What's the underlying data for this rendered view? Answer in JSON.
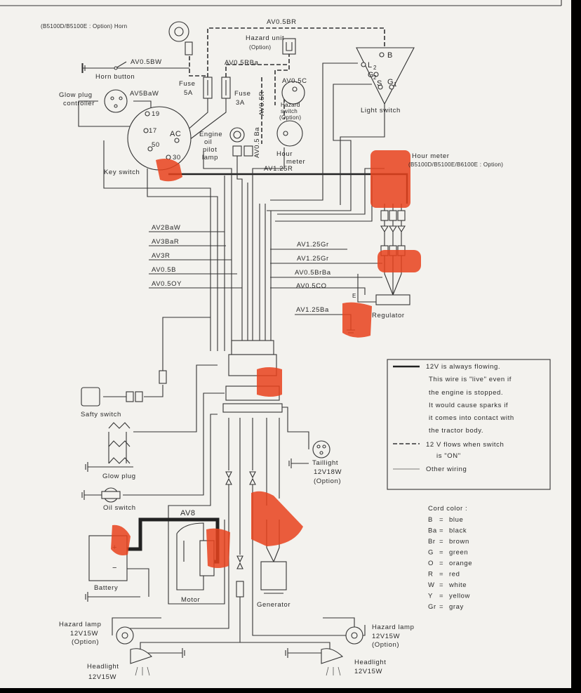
{
  "labels": {
    "horn_option": "(B5100D/B5100E : Option) Horn",
    "wire_top": "AV0.5BR",
    "hazard_unit": "Hazard unit",
    "option": "(Option)",
    "horn_button": "Horn button",
    "wire_horn": "AV0.5BW",
    "wire_fuse": "AV0.5RBa",
    "fuse": "Fuse",
    "fuse_5a": "5A",
    "fuse_3a": "3A",
    "wire_hazsw": "AV0.5C",
    "hazard_switch_l1": "Hazard",
    "hazard_switch_l2": "switch",
    "hazard_switch_l3": "(Option)",
    "wire_vertical_r": "AV0.5R",
    "light_switch": "Light switch",
    "glow_plug_controller_l1": "Glow plug",
    "glow_plug_controller_l2": "controller",
    "wire_glow": "AV5BaW",
    "key_19": "19",
    "key_17": "17",
    "key_ac": "AC",
    "key_50": "50",
    "key_30": "30",
    "key_switch": "Key switch",
    "engine_oil_l1": "Engine",
    "engine_oil_l2": "oil",
    "engine_oil_l3": "pilot",
    "engine_oil_l4": "lamp",
    "wire_vertical_ba": "AV0.5 Ba",
    "hour_meter_small_l1": "Hour",
    "hour_meter_small_l2": "meter",
    "wire_125r": "AV1.25R",
    "hour_meter_opt_l1": "Hour meter",
    "hour_meter_opt_l2": "(B5100D/B5100E/B6100E : Option)",
    "wire_av2baw": "AV2BaW",
    "wire_av3bar": "AV3BaR",
    "wire_av3r": "AV3R",
    "wire_av05b": "AV0.5B",
    "wire_av05oy": "AV0.5OY",
    "wire_125gr_1": "AV1.25Gr",
    "wire_125gr_2": "AV1.25Gr",
    "wire_05brba": "AV0.5BrBa",
    "wire_05co": "AV0.5CO",
    "wire_125ba": "AV1.25Ba",
    "regulator": "Regulator",
    "regulator_e": "E",
    "safety_switch": "Safty switch",
    "glow_plug": "Glow plug",
    "oil_switch": "Oil switch",
    "av8": "AV8",
    "battery": "Battery",
    "motor": "Motor",
    "generator": "Generator",
    "taillight": "Taillight",
    "taillight_w": "12V18W",
    "hazard_lamp": "Hazard lamp",
    "hazard_lamp_w": "12V15W",
    "headlight": "Headlight",
    "headlight_w": "12V15W",
    "light_sw_b": "B",
    "light_sw_l": "L",
    "light_sw_l_sub": "2",
    "light_sw_g2": "G",
    "light_sw_g2_sub": "2",
    "light_sw_s": "S",
    "light_sw_g1": "G",
    "light_sw_g1_sub": "1"
  },
  "legend": {
    "line1": "12V is always flowing.",
    "line2": "This wire is \"live\" even if",
    "line3": "the engine is stopped.",
    "line4": "It would cause sparks if",
    "line5": "it comes into contact with",
    "line6": "the tractor body.",
    "line7": "12 V flows when switch",
    "line8": "is \"ON\"",
    "line9": "Other wiring"
  },
  "cord_colors": {
    "title": "Cord color :",
    "items": [
      {
        "code": "B",
        "name": "blue"
      },
      {
        "code": "Ba",
        "name": "black"
      },
      {
        "code": "Br",
        "name": "brown"
      },
      {
        "code": "G",
        "name": "green"
      },
      {
        "code": "O",
        "name": "orange"
      },
      {
        "code": "R",
        "name": "red"
      },
      {
        "code": "W",
        "name": "white"
      },
      {
        "code": "Y",
        "name": "yellow"
      },
      {
        "code": "Gr",
        "name": "gray"
      }
    ]
  },
  "colors": {
    "paper": "#f3f2ee",
    "ink": "#2a2a2a",
    "highlight": "#e8421c",
    "frame": "#000000"
  }
}
